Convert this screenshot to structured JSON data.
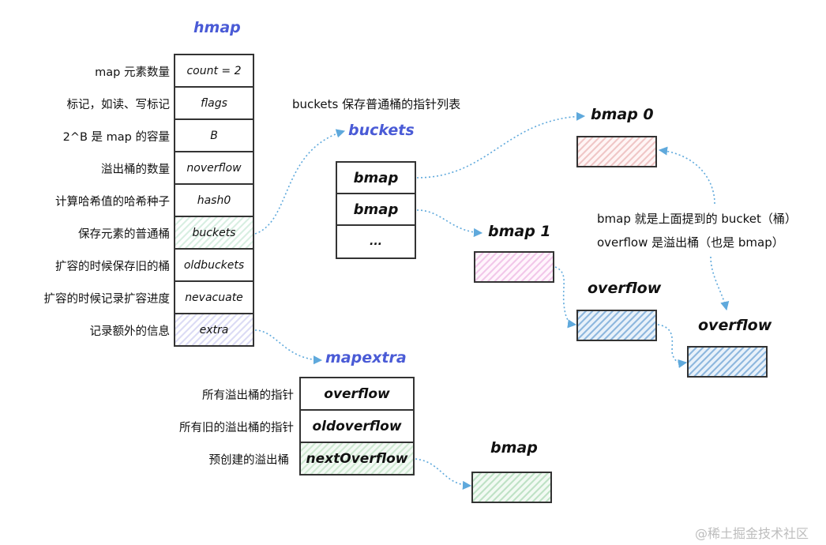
{
  "hmap": {
    "title": "hmap",
    "fields": [
      {
        "label": "map 元素数量",
        "value": "count = 2"
      },
      {
        "label": "标记，如读、写标记",
        "value": "flags"
      },
      {
        "label": "2^B 是 map 的容量",
        "value": "B"
      },
      {
        "label": "溢出桶的数量",
        "value": "noverflow"
      },
      {
        "label": "计算哈希值的哈希种子",
        "value": "hash0"
      },
      {
        "label": "保存元素的普通桶",
        "value": "buckets"
      },
      {
        "label": "扩容的时候保存旧的桶",
        "value": "oldbuckets"
      },
      {
        "label": "扩容的时候记录扩容进度",
        "value": "nevacuate"
      },
      {
        "label": "记录额外的信息",
        "value": "extra"
      }
    ]
  },
  "buckets": {
    "caption": "buckets 保存普通桶的指针列表",
    "title": "buckets",
    "items": [
      "bmap",
      "bmap",
      "..."
    ]
  },
  "bmap0_label": "bmap 0",
  "bmap1_label": "bmap 1",
  "overflow1_label": "overflow",
  "overflow2_label": "overflow",
  "note": {
    "line1": "bmap 就是上面提到的 bucket（桶）",
    "line2": "overflow 是溢出桶（也是 bmap）"
  },
  "mapextra": {
    "title": "mapextra",
    "fields": [
      {
        "label": "所有溢出桶的指针",
        "value": "overflow"
      },
      {
        "label": "所有旧的溢出桶的指针",
        "value": "oldoverflow"
      },
      {
        "label": "预创建的溢出桶",
        "value": "nextOverflow"
      }
    ]
  },
  "bmap_extra_label": "bmap",
  "watermark": "@稀土掘金技术社区",
  "colors": {
    "title": "#4a5bd6",
    "arrow": "#5fa9dc"
  }
}
